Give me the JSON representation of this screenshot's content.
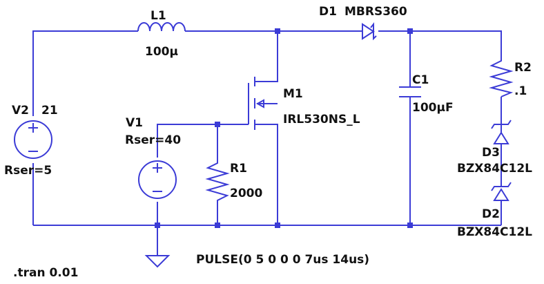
{
  "schematic": {
    "l1": {
      "ref": "L1",
      "value": "100µ"
    },
    "d1": {
      "ref": "D1",
      "value": "MBRS360"
    },
    "m1": {
      "ref": "M1",
      "value": "IRL530NS_L"
    },
    "c1": {
      "ref": "C1",
      "value": "100µF"
    },
    "r2": {
      "ref": "R2",
      "value": ".1"
    },
    "d3": {
      "ref": "D3",
      "value": "BZX84C12L"
    },
    "d2": {
      "ref": "D2",
      "value": "BZX84C12L"
    },
    "v2": {
      "ref": "V2",
      "value": "21",
      "rser": "Rser=5"
    },
    "v1": {
      "ref": "V1",
      "rser": "Rser=40",
      "source": "PULSE(0 5 0 0 0 7us 14us)"
    },
    "r1": {
      "ref": "R1",
      "value": "2000"
    },
    "directive": ".tran 0.01",
    "colors": {
      "wire": "#3b3bd6",
      "label": "#111111",
      "background": "#ffffff"
    }
  }
}
